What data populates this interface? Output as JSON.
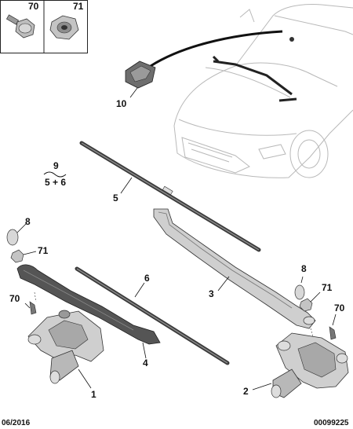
{
  "fastener_box": {
    "item_a": "70",
    "item_b": "71"
  },
  "callouts": {
    "c10": "10",
    "c9": "9",
    "c9_sub": "5 + 6",
    "c5": "5",
    "c6": "6",
    "c8_left": "8",
    "c71_left": "71",
    "c70_left": "70",
    "c4": "4",
    "c1": "1",
    "c3": "3",
    "c8_right": "8",
    "c71_right": "71",
    "c70_right": "70",
    "c2": "2"
  },
  "footer": {
    "date": "06/2016",
    "ref": "00099225"
  }
}
